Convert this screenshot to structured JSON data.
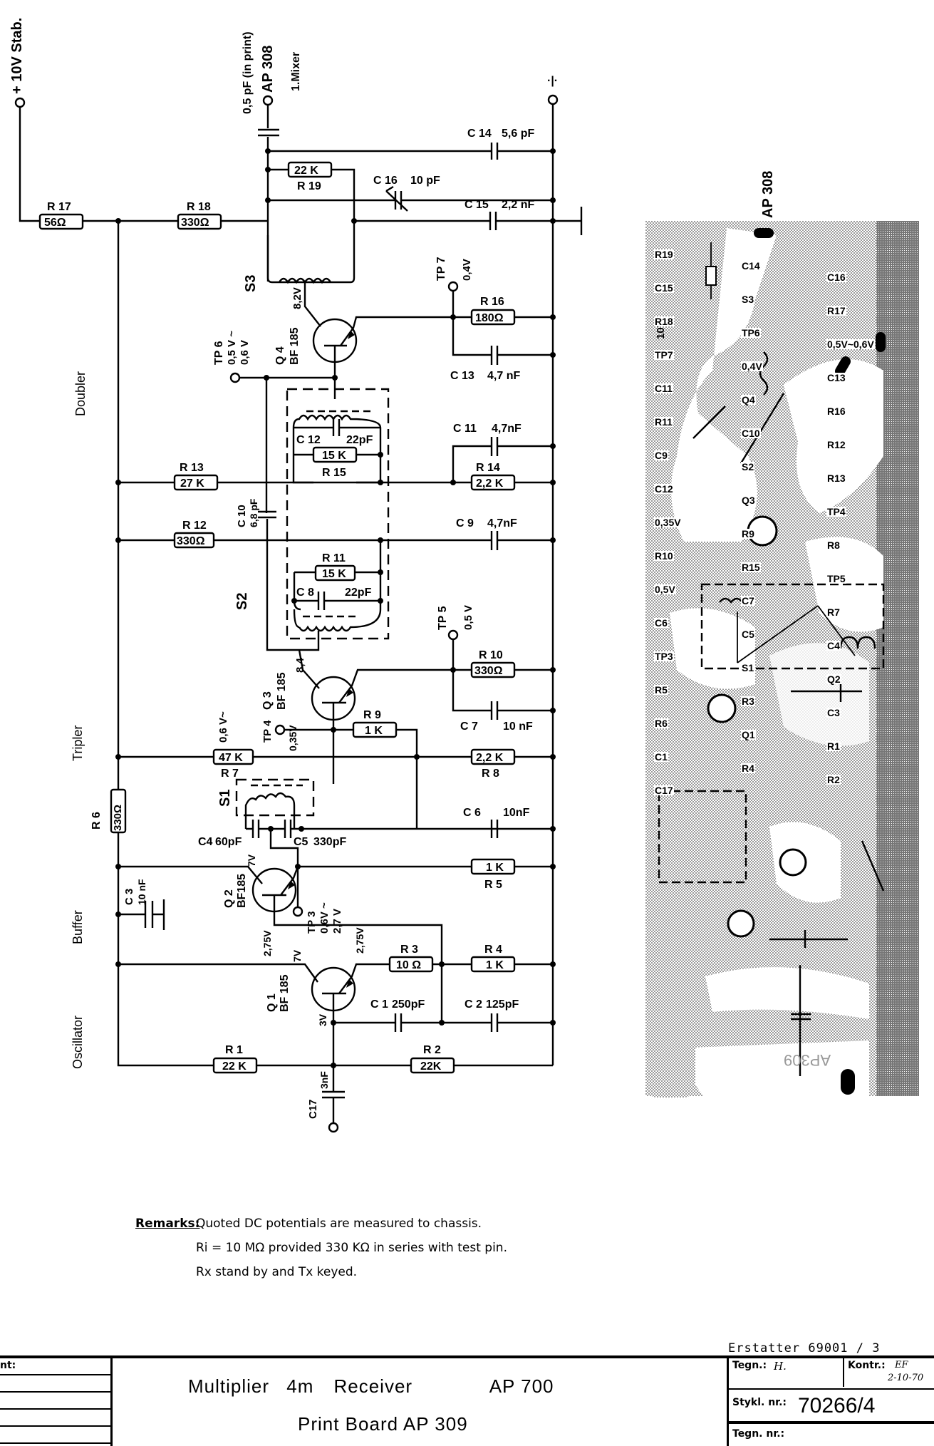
{
  "terminals": {
    "supply": "+ 10V  Stab.",
    "mixer_cap": "0,5 pF (in print)",
    "mixer_ap": "AP 308",
    "mixer_name": "1.Mixer",
    "ground_symbol": "·|·"
  },
  "stages": {
    "doubler": "Doubler",
    "tripler": "Tripler",
    "buffer": "Buffer",
    "oscillator": "Oscillator"
  },
  "components": {
    "R17": {
      "ref": "R 17",
      "value": "56Ω"
    },
    "R18": {
      "ref": "R 18",
      "value": "330Ω"
    },
    "R19": {
      "ref": "R 19",
      "value": "22 K"
    },
    "C14": {
      "ref": "C 14",
      "value": "5,6 pF"
    },
    "C16": {
      "ref": "C 16",
      "value": "10 pF"
    },
    "C15": {
      "ref": "C 15",
      "value": "2,2 nF"
    },
    "S3": {
      "ref": "S3"
    },
    "Q4": {
      "ref": "Q 4",
      "type": "BF 185",
      "collector_v": "8,2V"
    },
    "TP6": {
      "ref": "TP 6",
      "v1": "0,5 V ~",
      "v2": "0,6 V"
    },
    "TP7": {
      "ref": "TP 7",
      "v": "0,4V"
    },
    "R16": {
      "ref": "R 16",
      "value": "180Ω"
    },
    "C13": {
      "ref": "C 13",
      "value": "4,7 nF"
    },
    "C12": {
      "ref": "C 12",
      "value": "22pF"
    },
    "R15": {
      "ref": "R 15",
      "value": "15 K"
    },
    "C11": {
      "ref": "C 11",
      "value": "4,7nF"
    },
    "R14": {
      "ref": "R 14",
      "value": "2,2 K"
    },
    "R13": {
      "ref": "R 13",
      "value": "27 K"
    },
    "C10": {
      "ref": "C 10",
      "value": "6,8 pF"
    },
    "R12": {
      "ref": "R 12",
      "value": "330Ω"
    },
    "C9": {
      "ref": "C 9",
      "value": "4,7nF"
    },
    "R11": {
      "ref": "R 11",
      "value": "15 K"
    },
    "C8": {
      "ref": "C 8",
      "value": "22pF"
    },
    "S2": {
      "ref": "S2"
    },
    "Q3": {
      "ref": "Q 3",
      "type": "BF 185",
      "collector_v": "8,4"
    },
    "TP5": {
      "ref": "TP 5",
      "v": "0,5 V"
    },
    "R10": {
      "ref": "R 10",
      "value": "330Ω"
    },
    "C7": {
      "ref": "C 7",
      "value": "10 nF"
    },
    "TP4": {
      "ref": "TP 4",
      "v": "0,35V"
    },
    "R9": {
      "ref": "R 9",
      "value": "1 K"
    },
    "R7": {
      "ref": "R 7",
      "value": "47 K",
      "v": "0,6 V~"
    },
    "R8": {
      "ref": "R 8",
      "value": "2,2 K"
    },
    "R6": {
      "ref": "R 6",
      "value": "330Ω"
    },
    "S1": {
      "ref": "S1"
    },
    "C4": {
      "ref": "C4",
      "value": "60pF"
    },
    "C5": {
      "ref": "C5",
      "value": "330pF"
    },
    "C6": {
      "ref": "C 6",
      "value": "10nF"
    },
    "Q2": {
      "ref": "Q 2",
      "type": "BF185",
      "collector_v": "7V",
      "base_v": "2,75V"
    },
    "TP3": {
      "ref": "TP 3",
      "v1": "0,6V ~",
      "v2": "2,7 V"
    },
    "R5": {
      "ref": "R 5",
      "value": "1 K"
    },
    "C3": {
      "ref": "C 3",
      "value": "10 nF"
    },
    "Q1": {
      "ref": "Q 1",
      "type": "BF 185",
      "collector_v": "7V",
      "emitter_v": "2,75V",
      "base_v": "3V"
    },
    "R3": {
      "ref": "R 3",
      "value": "10 Ω"
    },
    "R4": {
      "ref": "R 4",
      "value": "1 K"
    },
    "C1": {
      "ref": "C 1",
      "value": "250pF"
    },
    "C2": {
      "ref": "C 2",
      "value": "125pF"
    },
    "R1": {
      "ref": "R 1",
      "value": "22 K"
    },
    "R2": {
      "ref": "R 2",
      "value": "22K"
    },
    "C17": {
      "ref": "C17",
      "value": "3nF"
    }
  },
  "pcb": {
    "connector_label": "AP 308",
    "supply_label": "10V",
    "board_mark": "AP309",
    "labels": [
      "R19",
      "C14",
      "C16",
      "C15",
      "S3",
      "R17",
      "R18",
      "TP6",
      "0,5V~0,6V",
      "TP7",
      "0,4V",
      "C13",
      "C11",
      "Q4",
      "R16",
      "R11",
      "C10",
      "R12",
      "C9",
      "S2",
      "R13",
      "C12",
      "Q3",
      "TP4",
      "0,35V",
      "R9",
      "R8",
      "R10",
      "R15",
      "TP5",
      "0,5V",
      "C7",
      "R7",
      "C6",
      "C5",
      "C4",
      "TP3",
      "S1",
      "Q2",
      "R5",
      "R3",
      "C3",
      "R6",
      "Q1",
      "R1",
      "C1",
      "R4",
      "R2",
      "C17"
    ]
  },
  "remarks": {
    "heading": "Remarks:",
    "lines": [
      "Quoted  DC potentials  are  measured  to chassis.",
      "Ri = 10 MΩ  provided  330 KΩ in series  with  test  pin.",
      "Rx  stand  by  and  Tx  keyed."
    ]
  },
  "title_block": {
    "replaces": "Erstatter  69001 / 3",
    "left_label": "nt:",
    "title_parts": [
      "Multiplier",
      "4m",
      "Receiver",
      "AP 700"
    ],
    "subtitle": "Print  Board  AP 309",
    "drawn_label": "Tegn.:",
    "drawn_by": "H.",
    "checked_label": "Kontr.:",
    "checked_by": "EF",
    "checked_date": "2-10-70",
    "parts_list_label": "Stykl. nr.:",
    "parts_list_no": "70266/4",
    "drawing_no_label": "Tegn. nr.:"
  }
}
